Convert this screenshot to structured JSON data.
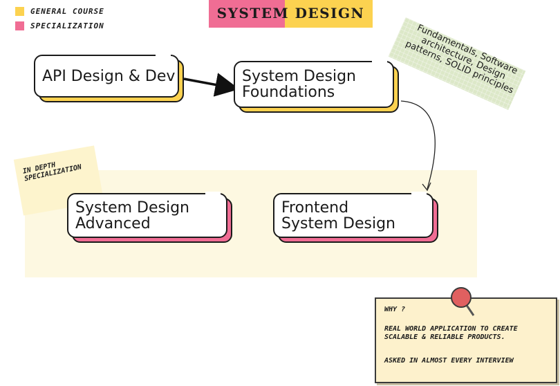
{
  "legend": {
    "items": [
      {
        "label": "General course",
        "color": "#fcd250"
      },
      {
        "label": "Specialization",
        "color": "#f06d94"
      }
    ]
  },
  "title": {
    "text": "System Design",
    "colors": [
      "#f06d94",
      "#fcd250"
    ]
  },
  "region": {
    "label_line1": "In depth",
    "label_line2": "specialization"
  },
  "nodes": {
    "api": {
      "line1": "API Design & Dev",
      "line2": "",
      "color": "#fcd250"
    },
    "foundations": {
      "line1": "System Design",
      "line2": "Foundations",
      "color": "#fcd250"
    },
    "advanced": {
      "line1": "System Design",
      "line2": "Advanced",
      "color": "#f06d94"
    },
    "frontend": {
      "line1": "Frontend",
      "line2": "System Design",
      "color": "#f06d94"
    }
  },
  "tape_note": {
    "line1": "Fundamentals, Software",
    "line2": "architecture, Design",
    "line3": "patterns, SOLID principles"
  },
  "sticky_note": {
    "line1": "Why ?",
    "line2": "Real world application to create",
    "line3": "scalable & reliable products.",
    "line4": "Asked in almost every interview"
  }
}
